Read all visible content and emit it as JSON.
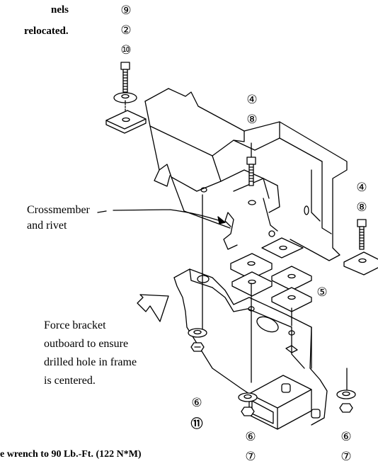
{
  "notes": {
    "top_line_1": "nels",
    "top_line_2": "relocated.",
    "bottom_line": "e wrench to 90 Lb.-Ft. (122 N*M)"
  },
  "labels": {
    "crossmember_line_1": "Crossmember",
    "crossmember_line_2": "and rivet",
    "force_line_1": "Force bracket",
    "force_line_2": "outboard to ensure",
    "force_line_3": "drilled hole in frame",
    "force_line_4": "is centered."
  },
  "callouts": {
    "c9": "⑨",
    "c2": "②",
    "c10": "⑩",
    "c4a": "④",
    "c8a": "⑧",
    "c4b": "④",
    "c8b": "⑧",
    "c5": "⑤",
    "c6a": "⑥",
    "c11": "⑪",
    "c6b": "⑥",
    "c7a": "⑦",
    "c6c": "⑥",
    "c7b": "⑦"
  }
}
